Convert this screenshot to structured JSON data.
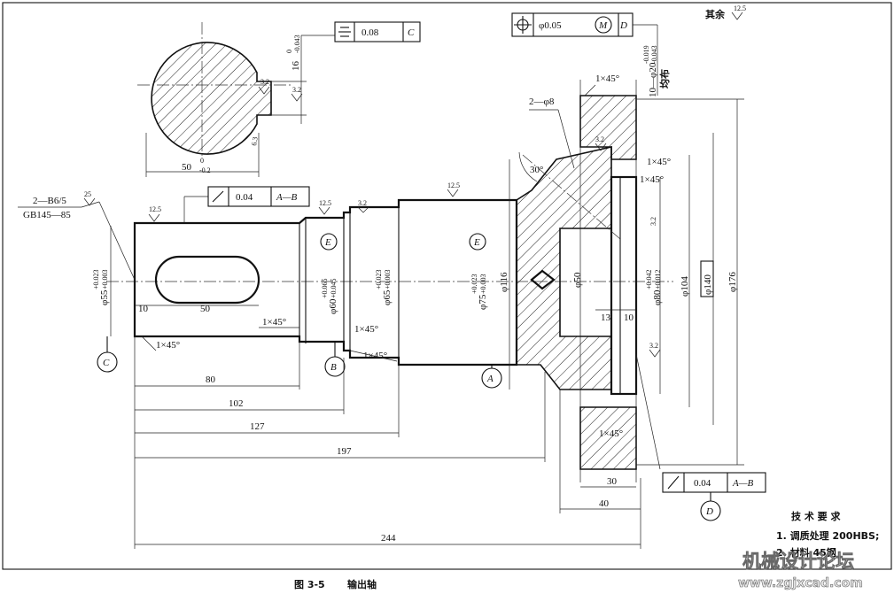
{
  "caption": {
    "figure_no": "图 3-5",
    "title": "输出轴"
  },
  "roughness_note": {
    "label": "其余",
    "value": "12.5"
  },
  "technical_requirements": {
    "heading": "技 术 要 求",
    "items": [
      "1. 调质处理 200HBS;",
      "2. 材料 45钢"
    ]
  },
  "watermark": {
    "name": "机械设计论坛",
    "url": "www.zgjxcad.com"
  },
  "center_hole": {
    "spec": "2—B6/5",
    "standard": "GB145—85",
    "roughness": "25"
  },
  "section": {
    "width_dim": "50",
    "width_tol_upper": "0",
    "width_tol_lower": "-0.2",
    "key_dim": "16",
    "key_tol_upper": "0",
    "key_tol_lower": "-0.043",
    "roughness_1": "3.2",
    "roughness_2": "3.2",
    "roughness_3": "6.3",
    "symmetry_value": "0.08",
    "symmetry_datum": "C"
  },
  "position_tolerance": {
    "value": "φ0.05",
    "modifier": "M",
    "datum": "D",
    "holes": "10—φ20",
    "holes_tol_upper": "-0.019",
    "holes_tol_lower": "-0.043",
    "distributed": "均布"
  },
  "runout_1": {
    "value": "0.04",
    "datum": "A—B"
  },
  "runout_2": {
    "value": "0.04",
    "datum": "A—B"
  },
  "datums": {
    "a": "A",
    "b": "B",
    "c": "C",
    "d": "D",
    "e1": "E",
    "e2": "E"
  },
  "diameters": {
    "d55": "φ55",
    "d55_tol_upper": "+0.023",
    "d55_tol_lower": "+0.003",
    "d60": "φ60",
    "d60_tol_upper": "+0.065",
    "d60_tol_lower": "+0.045",
    "d65": "φ65",
    "d65_tol_upper": "+0.023",
    "d65_tol_lower": "+0.003",
    "d75": "φ75",
    "d75_tol_upper": "+0.023",
    "d75_tol_lower": "+0.003",
    "d116": "φ116",
    "d50": "φ50",
    "d80": "φ80",
    "d80_tol_upper": "+0.042",
    "d80_tol_lower": "+0.012",
    "d104": "φ104",
    "d140": "φ140",
    "d176": "φ176"
  },
  "chamfers": {
    "c1": "1×45°",
    "c2": "1×45°",
    "c3": "1×45°",
    "c4": "1×45°",
    "c5": "1×45°",
    "c6": "1×45°",
    "c7": "1×45°",
    "c8": "1×45°"
  },
  "holes": {
    "small": "2—φ8",
    "angle": "30°"
  },
  "roughness_marks": {
    "r1": "12.5",
    "r2": "12.5",
    "r3": "12.5",
    "r4": "3.2",
    "r5": "3.2",
    "r6": "3.2",
    "r7": "3.2"
  },
  "lengths": {
    "l10a": "10",
    "l50": "50",
    "l80": "80",
    "l102": "102",
    "l127": "127",
    "l197": "197",
    "l244": "244",
    "l13": "13",
    "l10b": "10",
    "l30": "30",
    "l40": "40"
  }
}
